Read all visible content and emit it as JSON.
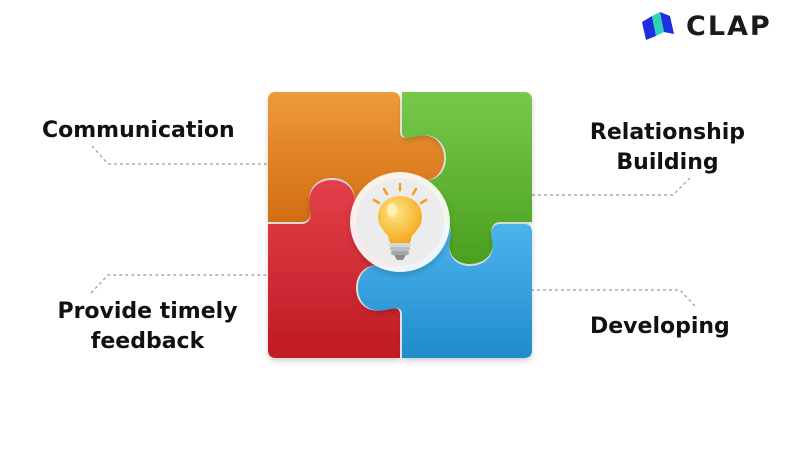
{
  "brand": {
    "name": "CLAP",
    "icon": "clap-logo-icon",
    "colors": {
      "dark": "#1f2fe0",
      "light": "#2ed4b8"
    }
  },
  "labels": {
    "communication": "Communication",
    "relationship": [
      "Relationship",
      "Building"
    ],
    "provide": [
      "Provide timely",
      "feedback"
    ],
    "developing": "Developing"
  },
  "puzzle": {
    "colors": {
      "orange": "#e07d22",
      "green": "#5cb52e",
      "red": "#d3232f",
      "blue": "#2e9fdf",
      "center": "#eeeeee"
    },
    "center_icon": "lightbulb-icon"
  }
}
